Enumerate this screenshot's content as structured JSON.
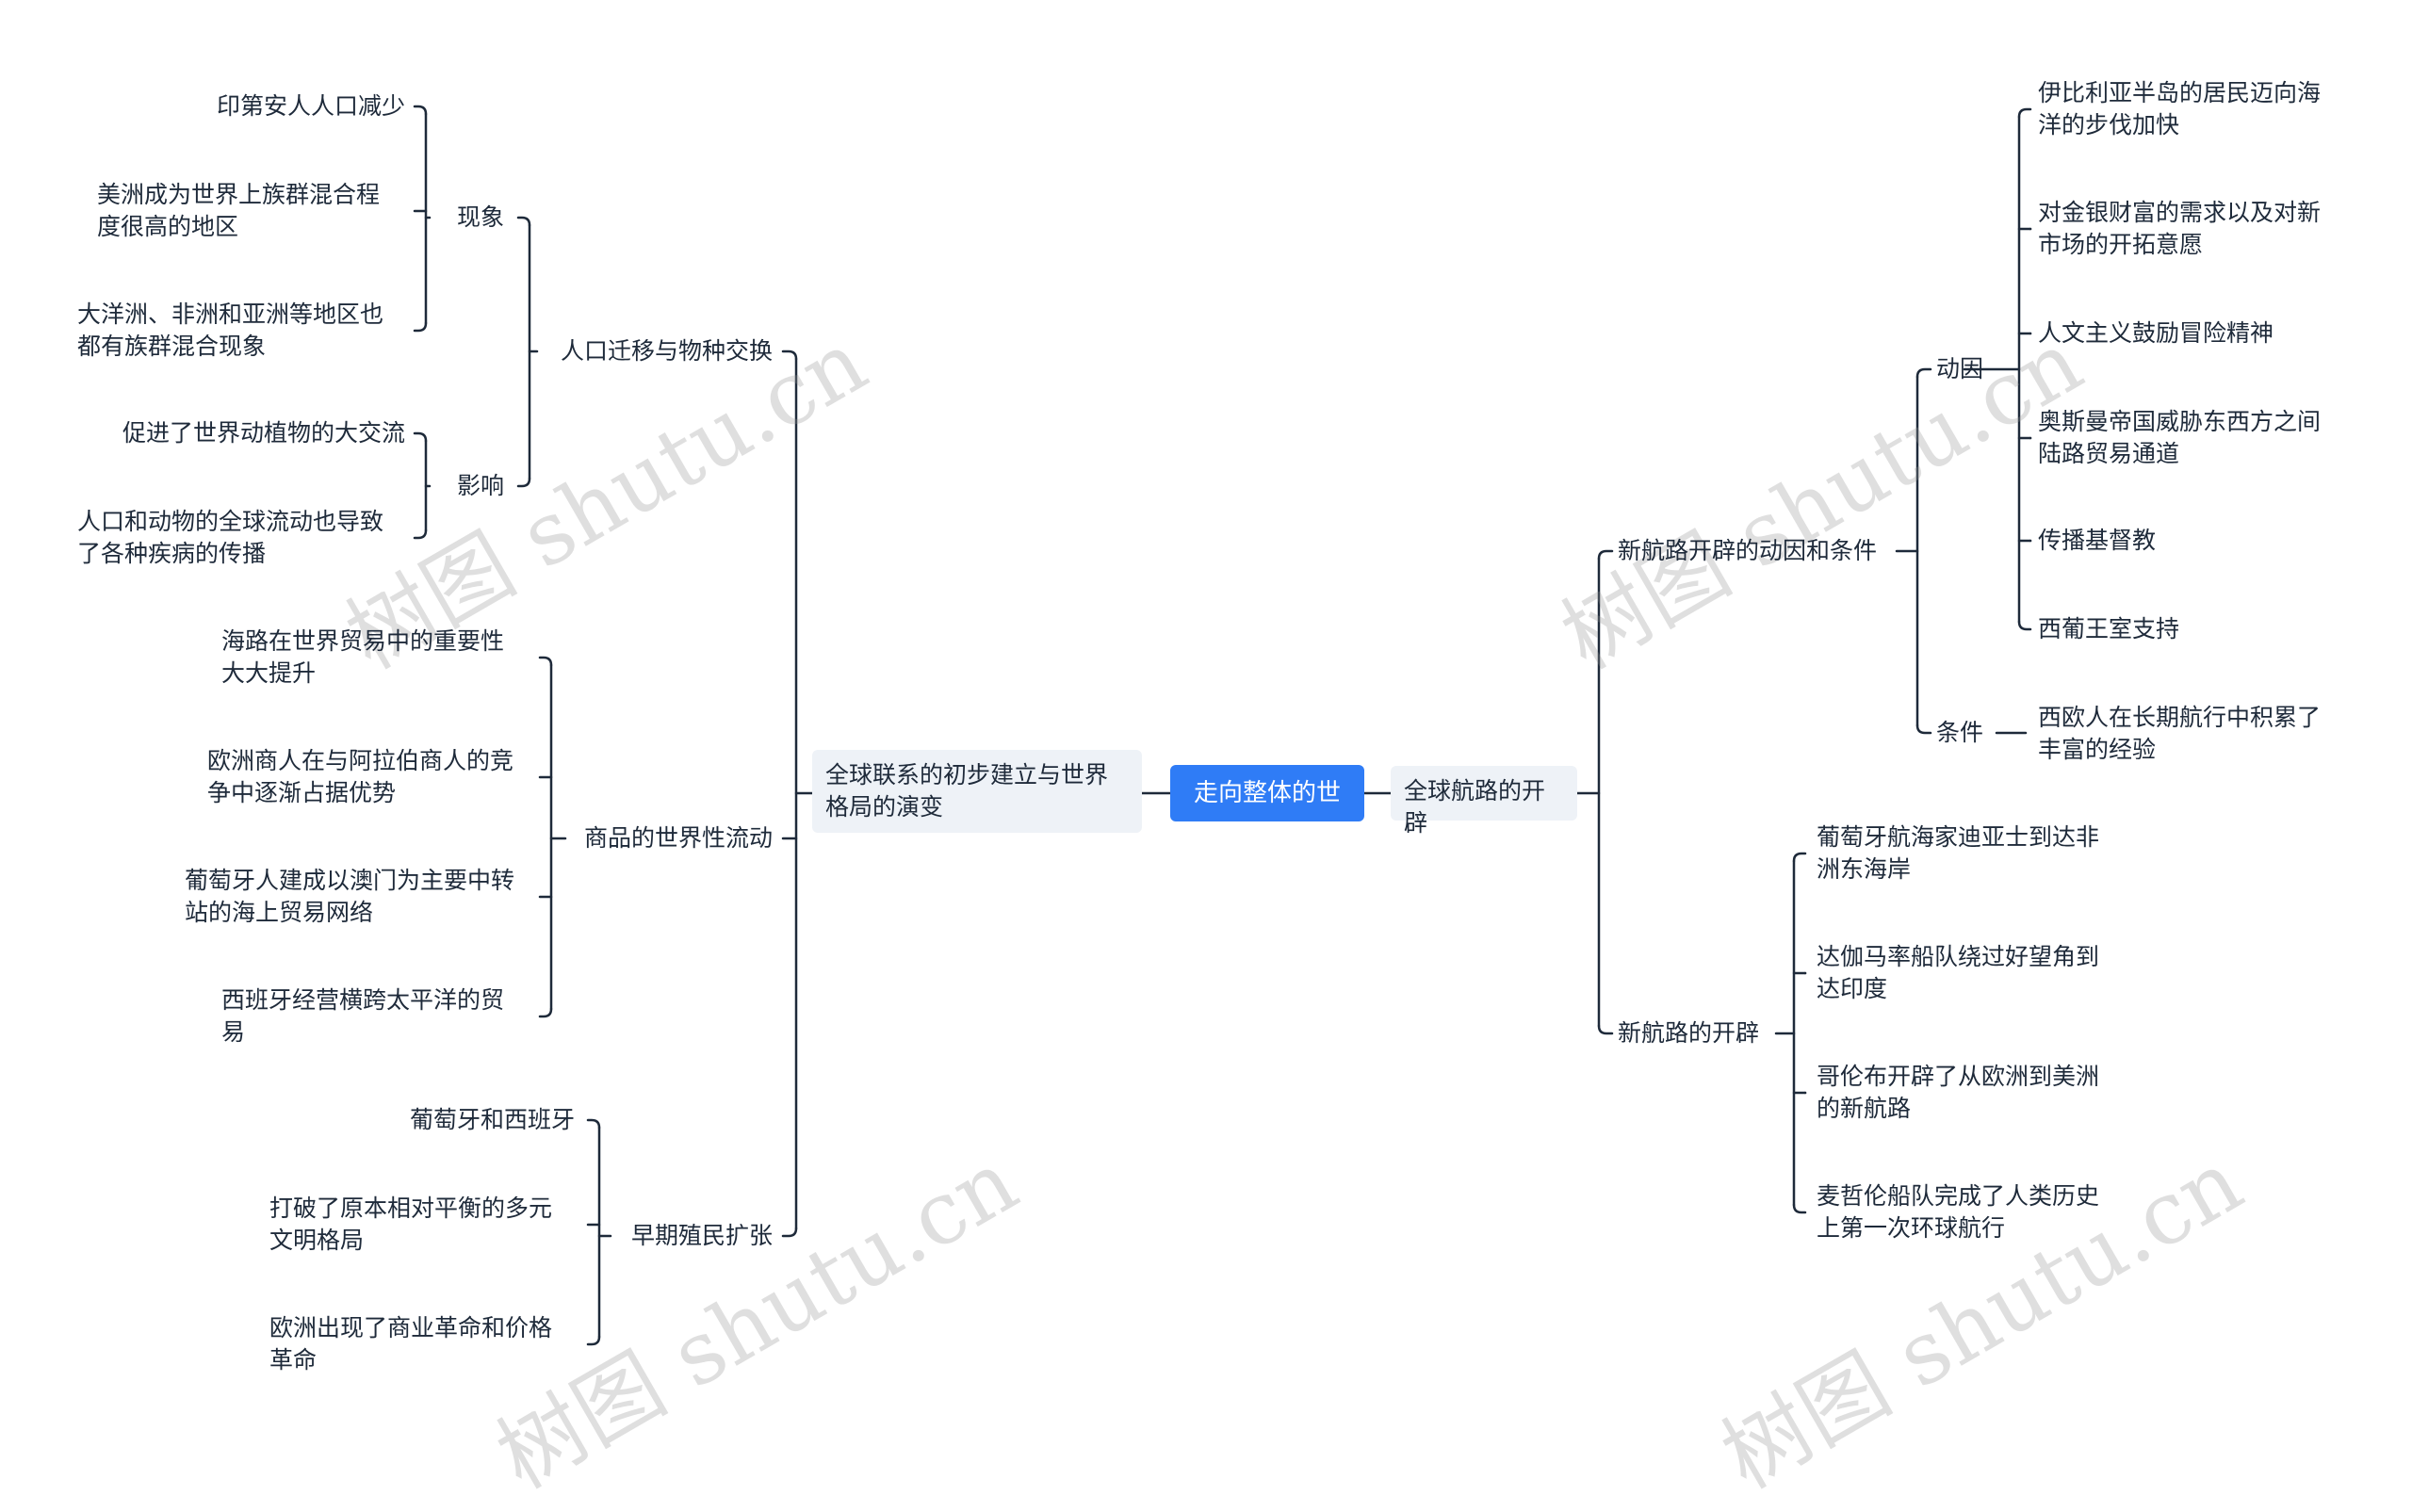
{
  "watermark": "树图 shutu.cn",
  "root": {
    "label": "走向整体的世界"
  },
  "left_main": {
    "label": "全球联系的初步建立与世界\n格局的演变"
  },
  "left_children": {
    "migration": {
      "label": "人口迁移与物种交换",
      "phenomena": {
        "label": "现象",
        "items": [
          "印第安人人口减少",
          "美洲成为世界上族群混合程\n度很高的地区",
          "大洋洲、非洲和亚洲等地区也\n都有族群混合现象"
        ]
      },
      "impact": {
        "label": "影响",
        "items": [
          "促进了世界动植物的大交流",
          "人口和动物的全球流动也导致\n了各种疾病的传播"
        ]
      }
    },
    "goods": {
      "label": "商品的世界性流动",
      "items": [
        "海路在世界贸易中的重要性\n大大提升",
        "欧洲商人在与阿拉伯商人的竞\n争中逐渐占据优势",
        "葡萄牙人建成以澳门为主要中转\n站的海上贸易网络",
        "西班牙经营横跨太平洋的贸\n易"
      ]
    },
    "colonial": {
      "label": "早期殖民扩张",
      "items": [
        "葡萄牙和西班牙",
        "打破了原本相对平衡的多元\n文明格局",
        "欧洲出现了商业革命和价格\n革命"
      ]
    }
  },
  "right_main": {
    "label": "全球航路的开辟"
  },
  "right_children": {
    "causes": {
      "label": "新航路开辟的动因和条件",
      "motives": {
        "label": "动因",
        "items": [
          "伊比利亚半岛的居民迈向海\n洋的步伐加快",
          "对金银财富的需求以及对新\n市场的开拓意愿",
          "人文主义鼓励冒险精神",
          "奥斯曼帝国威胁东西方之间\n陆路贸易通道",
          "传播基督教",
          "西葡王室支持"
        ]
      },
      "conditions": {
        "label": "条件",
        "items": [
          "西欧人在长期航行中积累了\n丰富的经验"
        ]
      }
    },
    "opening": {
      "label": "新航路的开辟",
      "items": [
        "葡萄牙航海家迪亚士到达非\n洲东海岸",
        "达伽马率船队绕过好望角到\n达印度",
        "哥伦布开辟了从欧洲到美洲\n的新航路",
        "麦哲伦船队完成了人类历史\n上第一次环球航行"
      ]
    }
  },
  "colors": {
    "root_bg": "#2f7cf6",
    "box_bg": "#eef2f7",
    "line": "#1e2a3a"
  }
}
